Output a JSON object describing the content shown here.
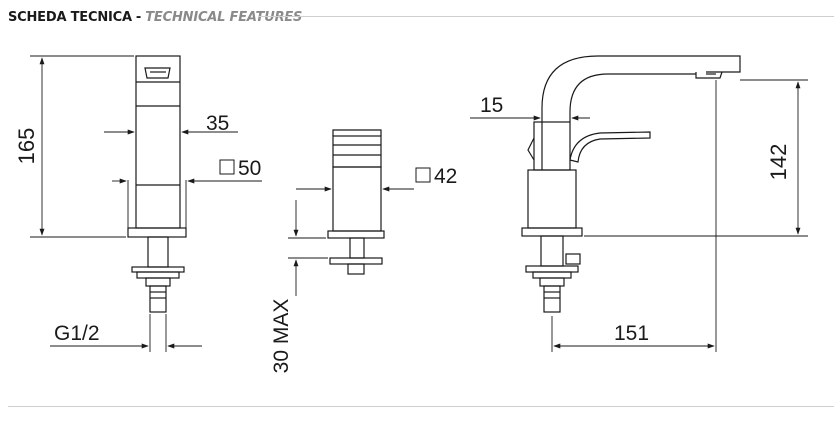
{
  "header": {
    "title": "SCHEDA TECNICA",
    "separator": "-",
    "subtitle": "TECHNICAL FEATURES"
  },
  "dimensions": {
    "height_front": "165",
    "body_width": "35",
    "base_square": "50",
    "handle_square": "42",
    "thread": "G1/2",
    "counter_max": "30 MAX",
    "side_offset": "15",
    "side_height": "142",
    "spout_reach": "151"
  },
  "colors": {
    "line": "#1a1a1a",
    "rule": "#cfcfcf",
    "subtitle": "#8a8a8a"
  }
}
